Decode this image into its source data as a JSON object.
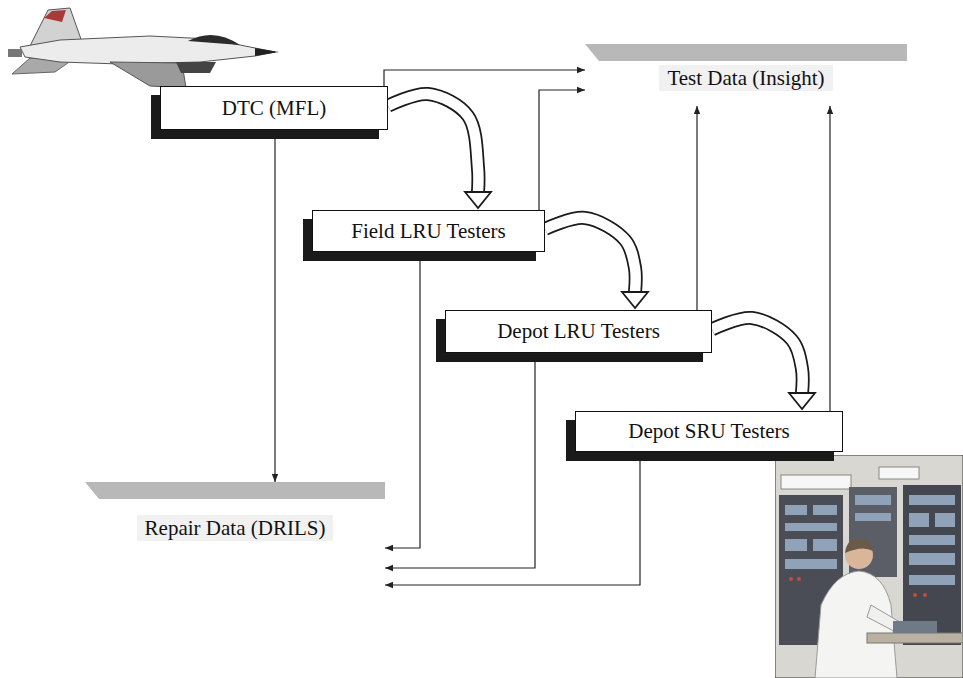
{
  "diagram": {
    "nodes": [
      {
        "text": [
          "Test Data (Insight)"
        ]
      },
      {
        "text": [
          "DTC (MFL)"
        ]
      },
      {
        "text": [
          "Field LRU Testers"
        ]
      },
      {
        "text": [
          "Depot LRU Testers"
        ]
      },
      {
        "text": [
          "Depot SRU Testers"
        ]
      },
      {
        "text": [
          "Repair Data (DRILS)"
        ]
      }
    ],
    "edges": [
      {
        "from": 1,
        "to": 0,
        "arrow": "to"
      },
      {
        "from": 2,
        "to": 0,
        "arrow": "to"
      },
      {
        "from": 3,
        "to": 0,
        "arrow": "to"
      },
      {
        "from": 4,
        "to": 0,
        "arrow": "to"
      },
      {
        "from": 1,
        "to": 5,
        "arrow": "to"
      },
      {
        "from": 2,
        "to": 5,
        "arrow": "to"
      },
      {
        "from": 3,
        "to": 5,
        "arrow": "to"
      },
      {
        "from": 4,
        "to": 5,
        "arrow": "to"
      },
      {
        "from": 1,
        "to": 2,
        "arrow": "to"
      },
      {
        "from": 2,
        "to": 3,
        "arrow": "to"
      },
      {
        "from": 3,
        "to": 4,
        "arrow": "to"
      }
    ]
  }
}
